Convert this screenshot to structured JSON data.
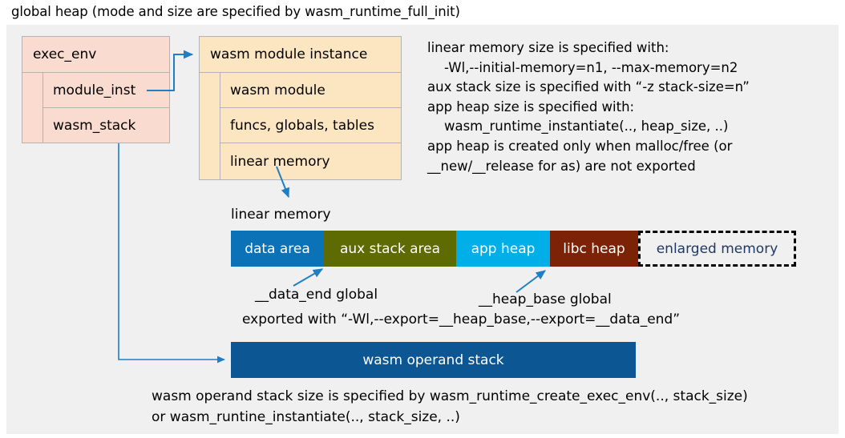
{
  "title": "global heap (mode and size are specified by wasm_runtime_full_init)",
  "colors": {
    "canvas_bg": "#f0f0f0",
    "exec_env_fill": "#fadbd0",
    "module_inst_fill": "#fce6c1",
    "box_border": "#b3b3b3",
    "connector": "#1f7ec4",
    "data_area": "#0c72b8",
    "aux_stack_area": "#5e6b02",
    "app_heap": "#00aee8",
    "libc_heap": "#7c2206",
    "enlarged_memory_text": "#1f3864",
    "operand_stack": "#0b5693"
  },
  "exec_env": {
    "header": "exec_env",
    "rows": [
      "module_inst",
      "wasm_stack"
    ]
  },
  "module_instance": {
    "header": "wasm module instance",
    "rows": [
      "wasm module",
      "funcs, globals, tables",
      "linear memory"
    ]
  },
  "linear_note": "linear memory size is specified with:\n    -Wl,--initial-memory=n1, --max-memory=n2\naux stack size is specified with “-z stack-size=n”\napp heap size is specified with:\n    wasm_runtime_instantiate(.., heap_size, ..)\napp heap is created only when malloc/free (or\n__new/__release for as) are not exported",
  "linear_memory": {
    "label": "linear memory",
    "segments": [
      {
        "label": "data area",
        "color": "#0c72b8",
        "width": 116,
        "dashed": false
      },
      {
        "label": "aux stack area",
        "color": "#5e6b02",
        "width": 165,
        "dashed": false
      },
      {
        "label": "app heap",
        "color": "#00aee8",
        "width": 117,
        "dashed": false
      },
      {
        "label": "libc heap",
        "color": "#7c2206",
        "width": 110,
        "dashed": false
      },
      {
        "label": "enlarged memory",
        "color": "#f0f0f0",
        "width": 197,
        "dashed": true
      }
    ]
  },
  "annotations": {
    "data_end": "__data_end global",
    "heap_base": "__heap_base global",
    "exported_with": "exported with “-Wl,--export=__heap_base,--export=__data_end”"
  },
  "operand_stack": {
    "label": "wasm operand stack",
    "note": "wasm operand stack size is specified by wasm_runtime_create_exec_env(.., stack_size)\nor wasm_runtine_instantiate(.., stack_size, ..)"
  }
}
